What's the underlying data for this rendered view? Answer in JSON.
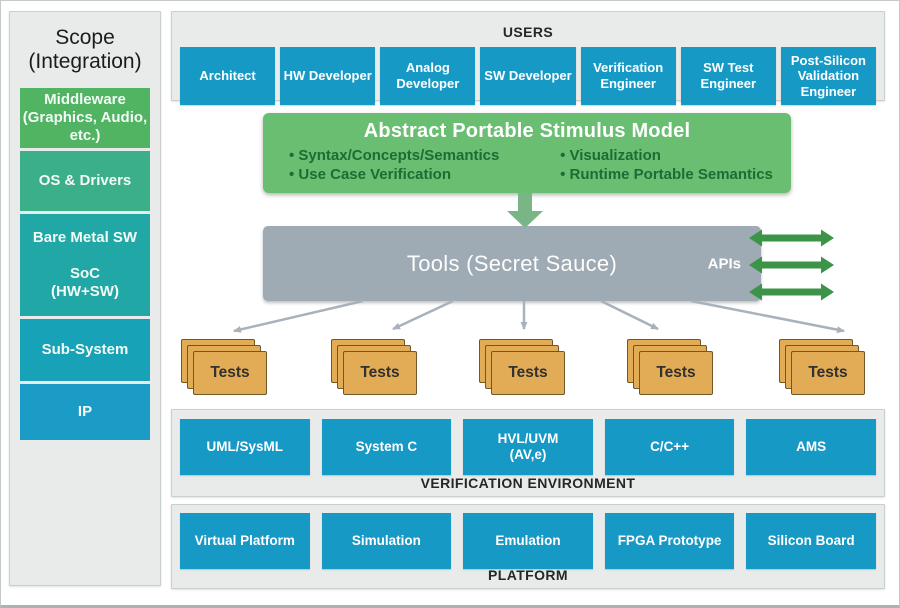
{
  "sidebar": {
    "title": "Scope (Integration)",
    "items": [
      {
        "label": "Middleware (Graphics, Audio, etc.)",
        "color": "#50b463"
      },
      {
        "label": "OS & Drivers",
        "color": "#3bae8a"
      },
      {
        "label": "Bare Metal SW",
        "label2": "SoC (HW+SW)",
        "color": "#21a8a6"
      },
      {
        "label": "Sub-System",
        "color": "#17a2b7"
      },
      {
        "label": "IP",
        "color": "#1a9cc6"
      }
    ]
  },
  "users": {
    "title": "USERS",
    "items": [
      "Architect",
      "HW Developer",
      "Analog Developer",
      "SW Developer",
      "Verification Engineer",
      "SW Test Engineer",
      "Post-Silicon Validation Engineer"
    ]
  },
  "stimulus": {
    "title": "Abstract Portable Stimulus Model",
    "bullets_left": [
      "Syntax/Concepts/Semantics",
      "Use Case Verification"
    ],
    "bullets_right": [
      "Visualization",
      "Runtime Portable Semantics"
    ]
  },
  "tools": {
    "label": "Tools (Secret Sauce)",
    "apis_label": "APIs"
  },
  "tests": {
    "label": "Tests"
  },
  "verification": {
    "label": "VERIFICATION ENVIRONMENT",
    "items": [
      {
        "label": "UML/SysML"
      },
      {
        "label": "System C"
      },
      {
        "label": "HVL/UVM",
        "sublabel": "(AV,e)"
      },
      {
        "label": "C/C++"
      },
      {
        "label": "AMS"
      }
    ]
  },
  "platform": {
    "label": "PLATFORM",
    "items": [
      {
        "label": "Virtual Platform"
      },
      {
        "label": "Simulation"
      },
      {
        "label": "Emulation"
      },
      {
        "label": "FPGA Prototype"
      },
      {
        "label": "Silicon Board"
      }
    ]
  },
  "colors": {
    "box_blue": "#1799c6",
    "stimulus_green": "#69be72",
    "bullet_text_green": "#1d6c33",
    "tools_gray": "#9fabb4",
    "tests_tan": "#e2ab55",
    "api_arrow_green": "#3b9447",
    "down_arrow_green": "#79b585",
    "fan_arrow_gray": "#a9b2ba"
  }
}
